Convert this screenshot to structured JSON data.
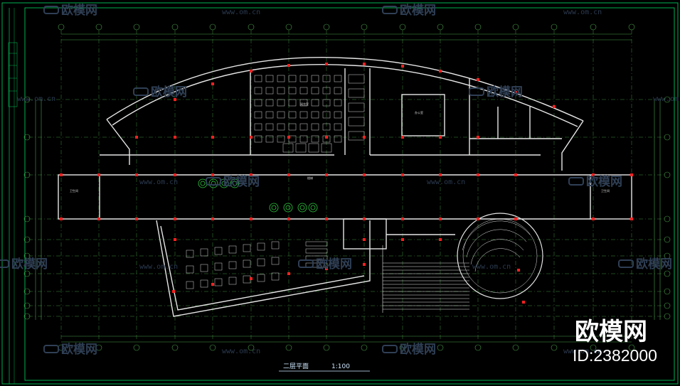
{
  "drawing": {
    "title": "二层平面",
    "scale": "1:100",
    "colors": {
      "background": "#000000",
      "frame": "#00b050",
      "wall": "#e6e6e6",
      "column": "#ff2020",
      "grid": "#4aa04a",
      "furniture": "#d9d9d9",
      "text": "#cfe8ff"
    }
  },
  "watermark": {
    "logo_text": "欧模网",
    "url": "www.om.cn",
    "icon": "sofa-icon"
  },
  "brand": {
    "logo_text": "欧模网",
    "id_text": "ID:2382000"
  },
  "rooms": {
    "reading_room": "阅览室",
    "stair": "楼梯",
    "office": "办公室",
    "toilet": "卫生间"
  }
}
